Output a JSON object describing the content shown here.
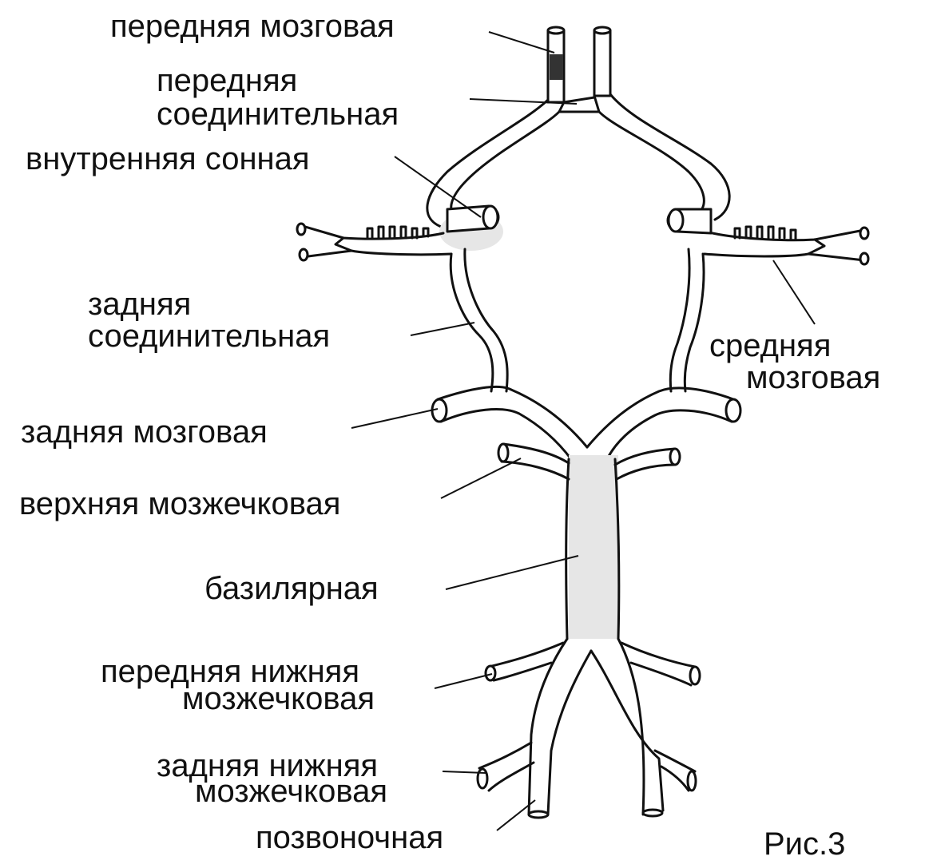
{
  "labels": {
    "anterior_cerebral": "передняя мозговая",
    "anterior_communicating_1": "передняя",
    "anterior_communicating_2": "соединительная",
    "internal_carotid": "внутренняя сонная",
    "posterior_communicating_1": "задняя",
    "posterior_communicating_2": "соединительная",
    "middle_cerebral_1": "средняя",
    "middle_cerebral_2": "мозговая",
    "posterior_cerebral": "задняя мозговая",
    "superior_cerebellar": "верхняя мозжечковая",
    "basilar": "базилярная",
    "aica_1": "передняя нижняя",
    "aica_2": "мозжечковая",
    "pica_1": "задняя нижняя",
    "pica_2": "мозжечковая",
    "vertebral": "позвоночная"
  },
  "figure_label": "Рис.3",
  "colors": {
    "line": "#111111",
    "background": "#ffffff",
    "highlight_segment": "#333333"
  }
}
